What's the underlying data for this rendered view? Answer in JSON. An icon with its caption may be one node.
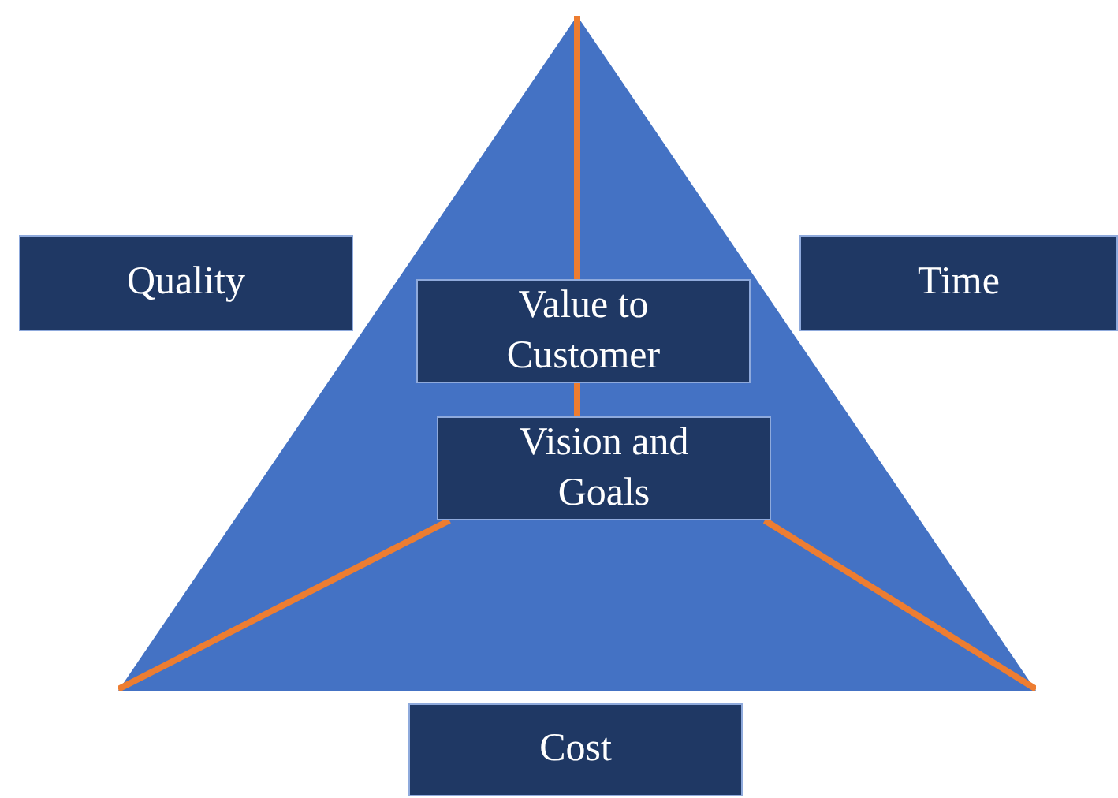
{
  "diagram": {
    "nodes": [
      {
        "text": [],
        "shape": "triangle"
      },
      {
        "text": [
          "Quality"
        ]
      },
      {
        "text": [
          "Time"
        ]
      },
      {
        "text": [
          "Value to Customer"
        ],
        "in": 0
      },
      {
        "text": [
          "Vision and Goals"
        ],
        "in": 0
      },
      {
        "text": [
          "Cost"
        ]
      }
    ]
  }
}
